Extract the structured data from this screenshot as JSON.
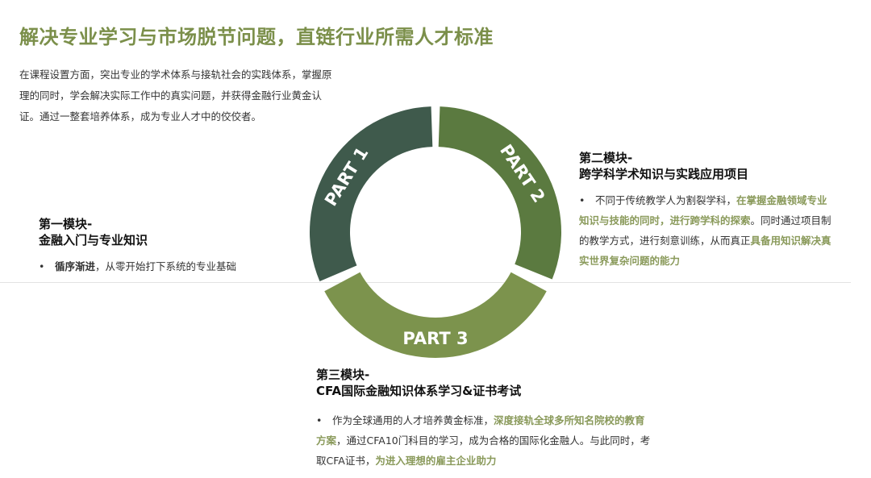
{
  "title": "解决专业学习与市场脱节问题，直链行业所需人才标准",
  "intro": "在课程设置方面，突出专业的学术体系与接轨社会的实践体系，掌握原理的同时，学会解决实际工作中的真实问题，并获得金融行业黄金认证。通过一整套培养体系，成为专业人才中的佼佼者。",
  "ring": {
    "segments": [
      {
        "label": "PART 1",
        "color": "#3f5a4c"
      },
      {
        "label": "PART 2",
        "color": "#5b7a40"
      },
      {
        "label": "PART 3",
        "color": "#7c934d"
      }
    ]
  },
  "modules": [
    {
      "title_line1": "第一模块-",
      "title_line2": "金融入门与专业知识",
      "bullet": "•",
      "parts": [
        {
          "text": "循序渐进",
          "bold": true
        },
        {
          "text": "，从零开始打下系统的专业基础"
        }
      ]
    },
    {
      "title_line1": "第二模块-",
      "title_line2": "跨学科学术知识与实践应用项目",
      "bullet": "•",
      "parts": [
        {
          "text": "不同于传统教学人为割裂学科，"
        },
        {
          "text": "在掌握金融领域专业知识与技能的同时，进行跨学科的探索",
          "hl": true
        },
        {
          "text": "。同时通过项目制的教学方式，进行刻意训练，从而真正"
        },
        {
          "text": "具备用知识解决真实世界复杂问题的能力",
          "hl": true
        }
      ]
    },
    {
      "title_line1": "第三模块-",
      "title_line2": "CFA国际金融知识体系学习&证书考试",
      "bullet": "•",
      "parts": [
        {
          "text": "作为全球通用的人才培养黄金标准，"
        },
        {
          "text": "深度接轨全球多所知名院校的教育方案",
          "hl": true
        },
        {
          "text": "，通过CFA10门科目的学习，成为合格的国际化金融人。与此同时，考取CFA证书，"
        },
        {
          "text": "为进入理想的雇主企业助力",
          "hl": true
        }
      ]
    }
  ],
  "colors": {
    "accent": "#7b8f4a",
    "highlight": "#8a9a5b"
  }
}
